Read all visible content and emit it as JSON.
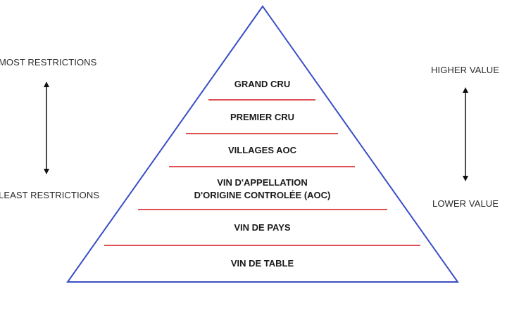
{
  "pyramid": {
    "outline_color": "#3a4fc4",
    "divider_color": "#d9363e",
    "tiers": [
      {
        "label": "GRAND CRU"
      },
      {
        "label": "PREMIER CRU"
      },
      {
        "label": "VILLAGES AOC"
      },
      {
        "label_line1": "VIN D'APPELLATION",
        "label_line2": "D'ORIGINE CONTROLÉE (AOC)"
      },
      {
        "label": "VIN DE PAYS"
      },
      {
        "label": "VIN DE TABLE"
      }
    ]
  },
  "left_axis": {
    "top_label": "MOST RESTRICTIONS",
    "bottom_label": "LEAST RESTRICTIONS"
  },
  "right_axis": {
    "top_label": "HIGHER VALUE",
    "bottom_label": "LOWER VALUE"
  }
}
